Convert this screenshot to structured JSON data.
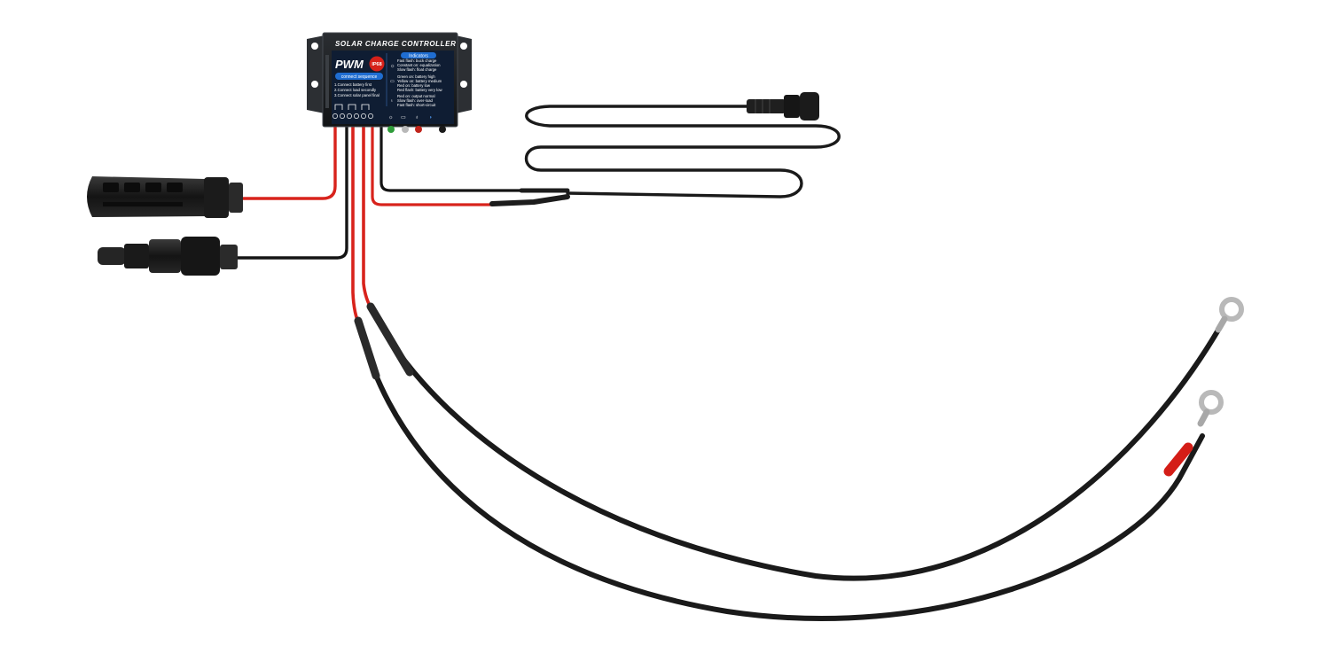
{
  "controller": {
    "title": "SOLAR CHARGE CONTROLLER",
    "pwm": "PWM",
    "ip_rating": "IP68",
    "connect_sequence": {
      "heading": "connect sequence",
      "steps": [
        "1.Connect battery first",
        "2.Connect load secondly",
        "3.Connect solar panel final"
      ]
    },
    "indicators": {
      "heading": "Indicators",
      "lines": [
        "Fast flash: buck charge",
        "Constant on: equalization",
        "Slow flash: float charge",
        "Green on: battery high",
        "Yellow on: battery medium",
        "Red on: battery low",
        "Red flash: battery very low",
        "Red on: output normal",
        "Slow flash: over-load",
        "Fast flash: short-circuit"
      ]
    }
  },
  "colors": {
    "wire_red": "#d8231c",
    "wire_black": "#141414",
    "label_blue": "#1f6dd1",
    "badge_red": "#d6211a",
    "case_dark": "#1e2125"
  }
}
